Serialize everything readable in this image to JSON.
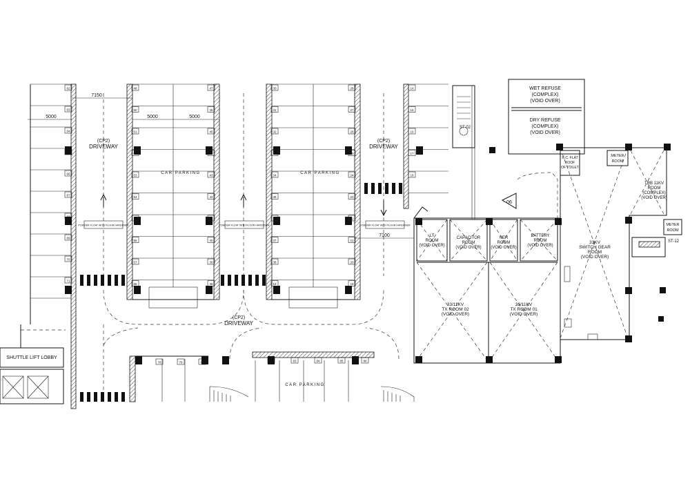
{
  "dimensions": {
    "left_aisle": "7150",
    "bay_left": "5000",
    "bay_mid_a": "5000",
    "bay_mid_b": "5000",
    "right_aisle": "7100"
  },
  "driveways": {
    "left": {
      "code": "(CP2)",
      "label": "DRIVEWAY"
    },
    "right": {
      "code": "(CP2)",
      "label": "DRIVEWAY"
    },
    "bottom": {
      "code": "(CP2)",
      "label": "DRIVEWAY"
    }
  },
  "car_parking_label": "CAR PARKING",
  "powder_note": "POWDER FLOAT WITH FLOOR HARDENER",
  "rooms": {
    "wet_refuse": [
      "WET REFUSE",
      "(COMPLEX)",
      "(VOID OVER)"
    ],
    "dry_refuse": [
      "DRY REFUSE",
      "(COMPLEX)",
      "(VOID OVER)"
    ],
    "lt_room": [
      "LT",
      "ROOM",
      "(VOID OVER)"
    ],
    "capacitor_room": [
      "CAPACITOR",
      "ROOM",
      "(VOID OVER)"
    ],
    "ner_room": [
      "NER",
      "ROOM",
      "(VOID OVER)"
    ],
    "battery_room": [
      "BATTERY",
      "ROOM",
      "(VOID OVER)"
    ],
    "switchgear_room": [
      "33KV",
      "SWITCH GEAR",
      "ROOM",
      "(VOID OVER)"
    ],
    "tx_room_02": [
      "33/11KV",
      "TX ROOM 02",
      "(VOID OVER)"
    ],
    "tx_room_01": [
      "33/11KV",
      "TX ROOM 01",
      "(VOID OVER)"
    ],
    "trb_room": [
      "TRB 11KV",
      "ROOM",
      "(COMPLEX)",
      "(VOID OVER)"
    ],
    "meter_room_top": [
      "METER",
      "ROOM"
    ],
    "meter_room_right": [
      "METER",
      "ROOM"
    ],
    "flat_roof": [
      "R.C. FLAT",
      "ROOF",
      "OF TOILET"
    ],
    "shuttle_lift_lobby": "SHUTTLE LIFT LOBBY"
  },
  "tags": {
    "stair_st02": "ST-02",
    "stair_st12": "ST-12",
    "marker_06": "06"
  },
  "bays": {
    "col_a": [
      "62",
      "63",
      "64",
      "65",
      "66",
      "67",
      "68",
      "69",
      "70",
      "71"
    ],
    "col_b_left": [
      "48",
      "50",
      "51",
      "52",
      "53",
      "54",
      "55",
      "56",
      "57",
      "58"
    ],
    "col_b_right": [
      "47",
      "46",
      "45",
      "44",
      "43",
      "42",
      "41",
      "40",
      "39",
      "38"
    ],
    "col_c_left": [
      "30",
      "31",
      "32",
      "33",
      "34",
      "35",
      "36",
      "37",
      "38",
      "18"
    ],
    "col_c_right": [
      "28",
      "27",
      "26",
      "25",
      "24",
      "23",
      "22",
      "21",
      "20",
      "19"
    ],
    "col_d": [
      "14",
      "15",
      "16",
      "17",
      "18"
    ],
    "bottom_left": [
      "78",
      "79",
      "80"
    ],
    "bottom_right": [
      "82",
      "83",
      "84",
      "85",
      "86"
    ]
  }
}
